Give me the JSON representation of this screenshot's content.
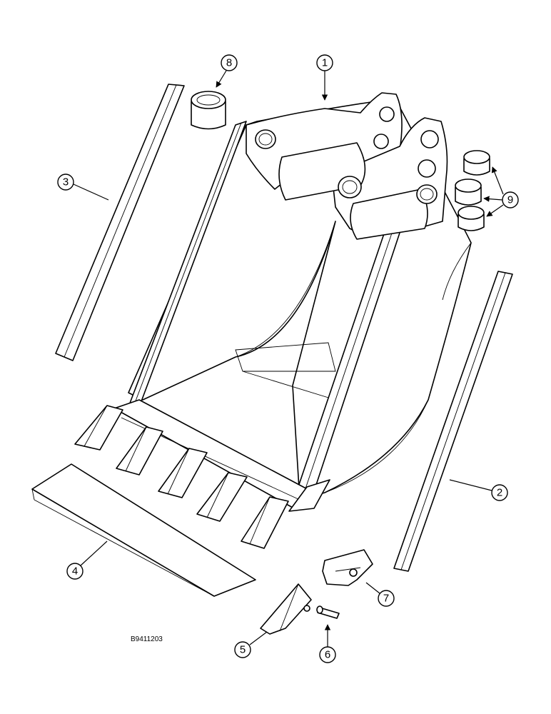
{
  "figure_code": "B9411203",
  "callouts": [
    "1",
    "2",
    "3",
    "4",
    "5",
    "6",
    "7",
    "8",
    "9"
  ],
  "colors": {
    "line": "#000000",
    "fill": "#ffffff",
    "shade": "#d6d6d6"
  }
}
